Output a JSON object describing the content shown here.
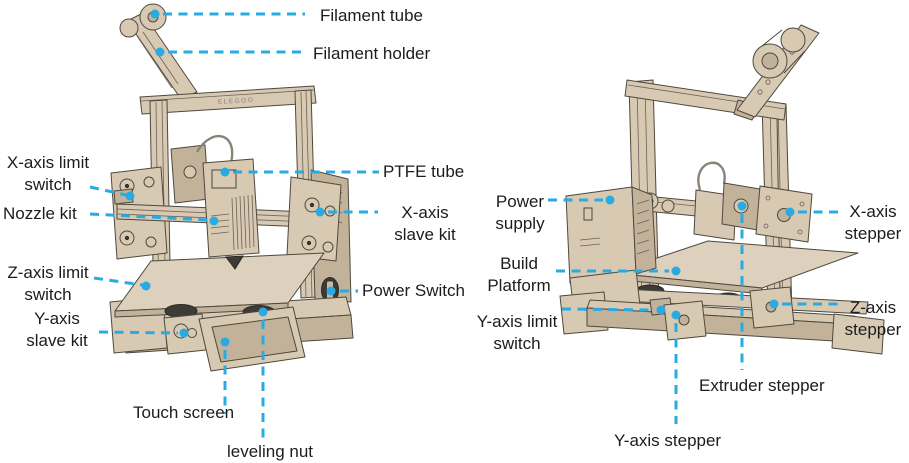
{
  "figure": {
    "background": "#ffffff",
    "accent_color": "#29abe2",
    "body_color": "#d8c9b3",
    "body_shade_color": "#c2b299",
    "outline_color": "#4e483e",
    "brand_logo": "ELEGOO"
  },
  "labels": {
    "filament_tube": "Filament tube",
    "filament_holder": "Filament holder",
    "x_axis_limit_switch": "X-axis limit\nswitch",
    "nozzle_kit": "Nozzle kit",
    "ptfe_tube": "PTFE tube",
    "x_axis_slave_kit": "X-axis\nslave kit",
    "z_axis_limit_switch": "Z-axis limit\nswitch",
    "power_switch": "Power Switch",
    "y_axis_slave_kit": "Y-axis\nslave kit",
    "touch_screen": "Touch screen",
    "leveling_nut": "leveling nut",
    "power_supply": "Power\nsupply",
    "build_platform": "Build\nPlatform",
    "y_axis_limit_switch": "Y-axis limit\nswitch",
    "x_axis_stepper": "X-axis\nstepper",
    "z_axis_stepper": "Z-axis\nstepper",
    "extruder_stepper": "Extruder stepper",
    "y_axis_stepper": "Y-axis stepper"
  }
}
